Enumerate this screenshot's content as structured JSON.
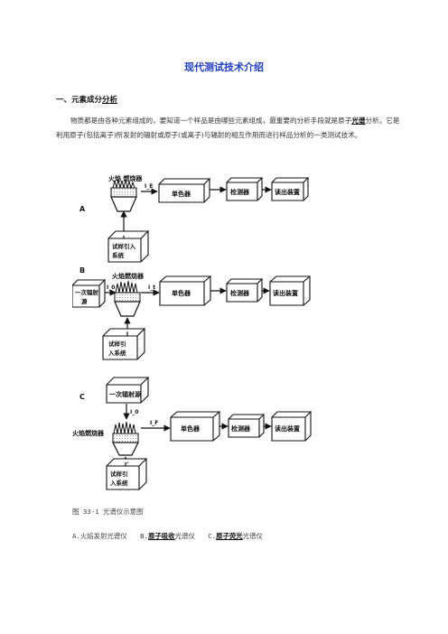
{
  "title": "现代测试技术介绍",
  "section1": {
    "heading_prefix": "一、元素成分",
    "heading_link": "分析"
  },
  "para": {
    "p1": "物质都是由各种元素组成的，要知道一个样品是由哪些元素组成，最重要的分析手段就是原子",
    "link": "光谱",
    "p2": "分析。它是利用原子(包括离子)所发射的辐射或原子(或离子)与辐射的相互作用而进行样品分析的一类测试技术。"
  },
  "figure": {
    "A": {
      "letter": "A",
      "flame": "火焰 燃烧器",
      "intensity": "I_E",
      "mono": "单色器",
      "detector": "检测器",
      "readout": "读出装置",
      "sample_l1": "试样引入",
      "sample_l2": "系统"
    },
    "B": {
      "letter": "B",
      "flame": "火焰燃烧器",
      "primary_l1": "一次辐射",
      "primary_l2": "源",
      "i0": "I_0",
      "it": "I_t",
      "mono": "单色器",
      "detector": "检测器",
      "readout": "读出装置",
      "sample_l1": "试样引",
      "sample_l2": "入系统"
    },
    "C": {
      "letter": "C",
      "primary": "一次辐射源",
      "i0": "I_0",
      "flame_l1": "火焰燃烧器",
      "iF": "I_F",
      "mono": "单色器",
      "detector": "检测器",
      "readout": "读出装置",
      "sample_l1": "试样引",
      "sample_l2": "入系统"
    }
  },
  "caption": "图 33-1   光谱仪示意图",
  "legend": {
    "a": "A.火焰发射光谱仪",
    "b_prefix": "B.",
    "b_link": "原子吸收",
    "b_suffix": "光谱仪",
    "c_prefix": "C.",
    "c_link": "原子荧光",
    "c_suffix": "光谱仪"
  }
}
